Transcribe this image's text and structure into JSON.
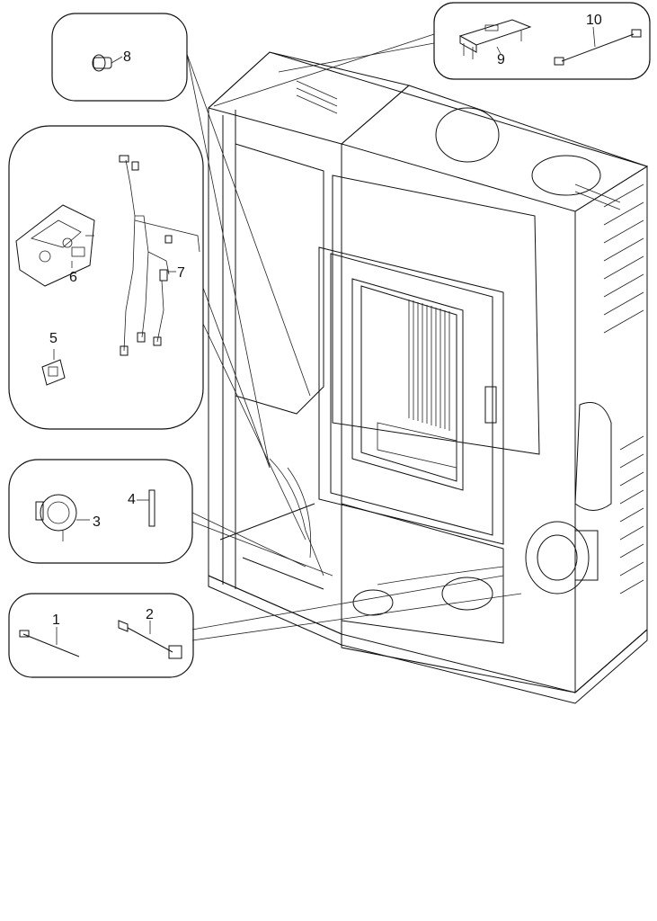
{
  "diagram": {
    "callouts": [
      {
        "id": "1",
        "text": "1"
      },
      {
        "id": "2",
        "text": "2"
      },
      {
        "id": "3",
        "text": "3"
      },
      {
        "id": "4",
        "text": "4"
      },
      {
        "id": "5",
        "text": "5"
      },
      {
        "id": "6",
        "text": "6"
      },
      {
        "id": "7",
        "text": "7"
      },
      {
        "id": "8",
        "text": "8"
      },
      {
        "id": "9",
        "text": "9"
      },
      {
        "id": "10",
        "text": "10"
      }
    ],
    "colors": {
      "line": "#111111",
      "background": "#ffffff",
      "glass": "#555555"
    }
  }
}
